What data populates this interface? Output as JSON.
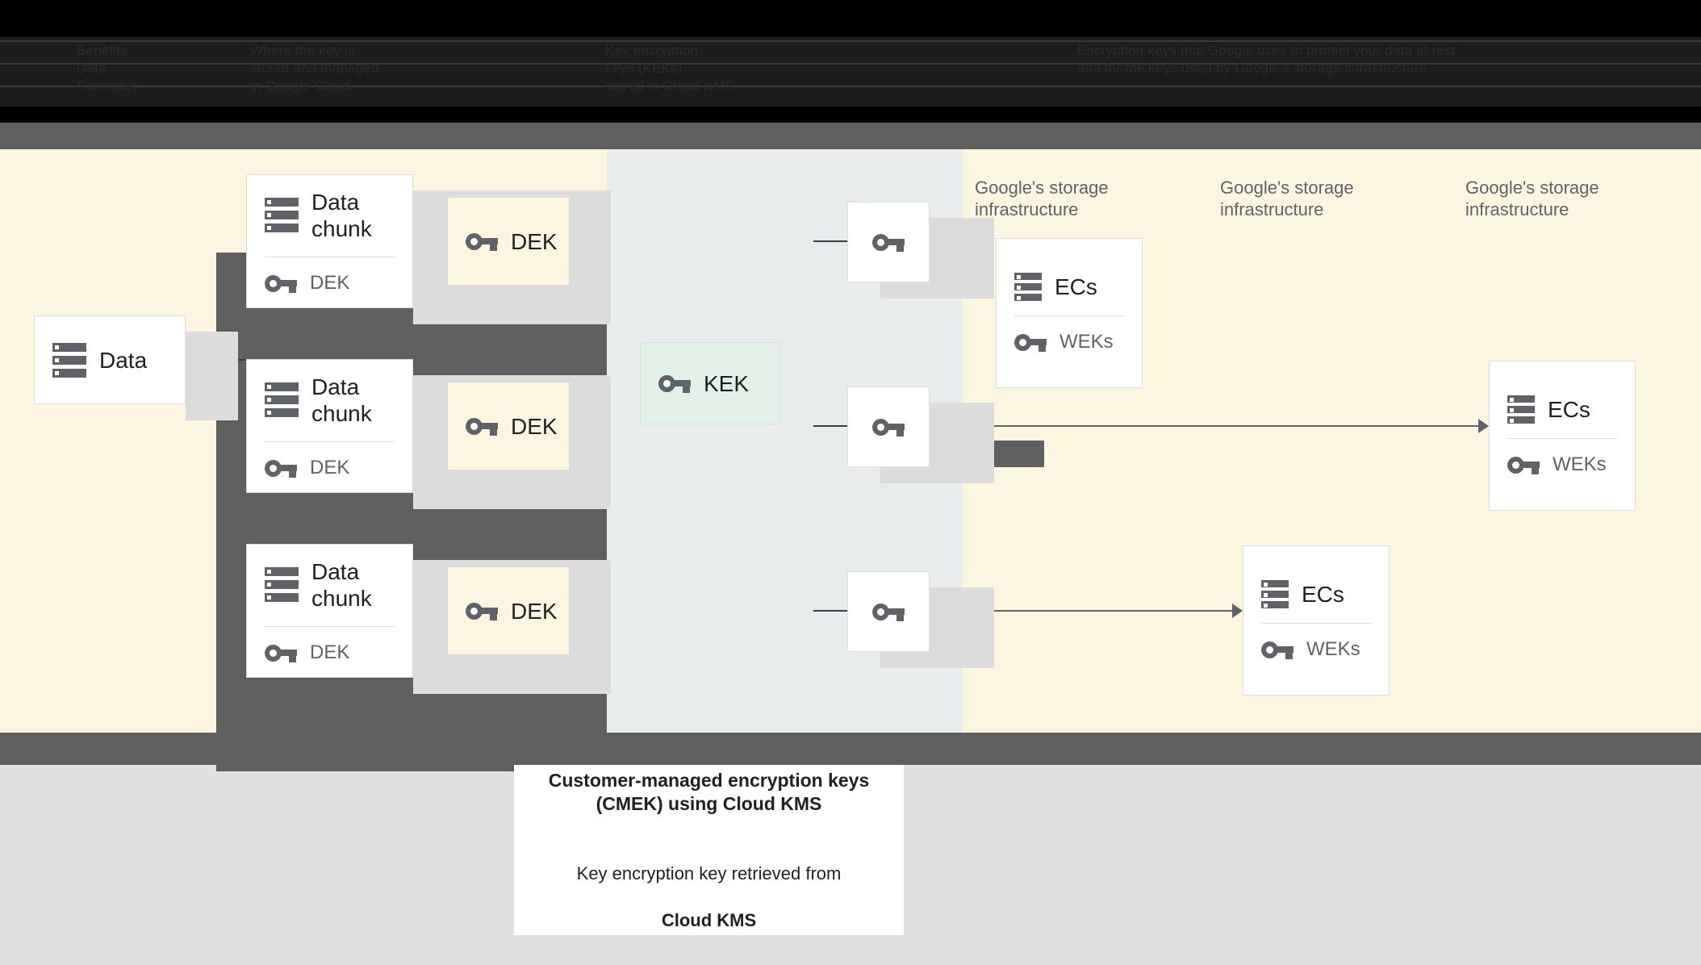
{
  "header": {
    "obscured_note": "dark, low-contrast text (illegible in source)",
    "columns": [
      {
        "text": "Benefits\nData\nController"
      },
      {
        "text": "Where the key is\nstored and managed\nin Google Cloud"
      },
      {
        "text": "Key encryption\nkeys (KEKs)\nstored in Cloud KMS"
      },
      {
        "text": "Encryption keys that Google uses to protect your data at rest\nand for the keys used by Google's storage infrastructure"
      }
    ]
  },
  "diagram": {
    "data_node": {
      "label": "Data",
      "icon": "database-icon"
    },
    "chunks": [
      {
        "title": "Data\nchunk",
        "key_label": "DEK",
        "icon": "database-icon",
        "key_icon": "key-icon"
      },
      {
        "title": "Data\nchunk",
        "key_label": "DEK",
        "icon": "database-icon",
        "key_icon": "key-icon"
      },
      {
        "title": "Data\nchunk",
        "key_label": "DEK",
        "icon": "database-icon",
        "key_icon": "key-icon"
      }
    ],
    "deks": [
      {
        "label": "DEK",
        "icon": "key-icon"
      },
      {
        "label": "DEK",
        "icon": "key-icon"
      },
      {
        "label": "DEK",
        "icon": "key-icon"
      }
    ],
    "kek": {
      "label": "KEK",
      "icon": "key-icon"
    },
    "wrapped_keys": [
      {
        "icon": "key-icon"
      },
      {
        "icon": "key-icon"
      },
      {
        "icon": "key-icon"
      }
    ],
    "infra_labels": [
      "Google's storage\ninfrastructure",
      "Google's storage\ninfrastructure",
      "Google's storage\ninfrastructure"
    ],
    "ecs_cards": [
      {
        "title": "ECs",
        "key_label": "WEKs",
        "icon": "database-icon",
        "key_icon": "key-icon"
      },
      {
        "title": "ECs",
        "key_label": "WEKs",
        "icon": "database-icon",
        "key_icon": "key-icon"
      },
      {
        "title": "ECs",
        "key_label": "WEKs",
        "icon": "database-icon",
        "key_icon": "key-icon"
      }
    ]
  },
  "caption": {
    "title": "Customer-managed encryption keys\n(CMEK) using Cloud KMS",
    "subtitle_line1": "Key encryption key retrieved from",
    "subtitle_line2": "Cloud KMS"
  },
  "colors": {
    "page_background": "#e0e0e0",
    "canvas_cream": "#fcf5e0",
    "kek_panel": "#e8ecec",
    "kek_box": "#e2f0e8",
    "dark_grey": "#5f5f5f",
    "shadow_grey": "#dcdcdc",
    "icon_grey": "#5f6368",
    "text_primary": "#202124",
    "border": "#dadce0"
  }
}
